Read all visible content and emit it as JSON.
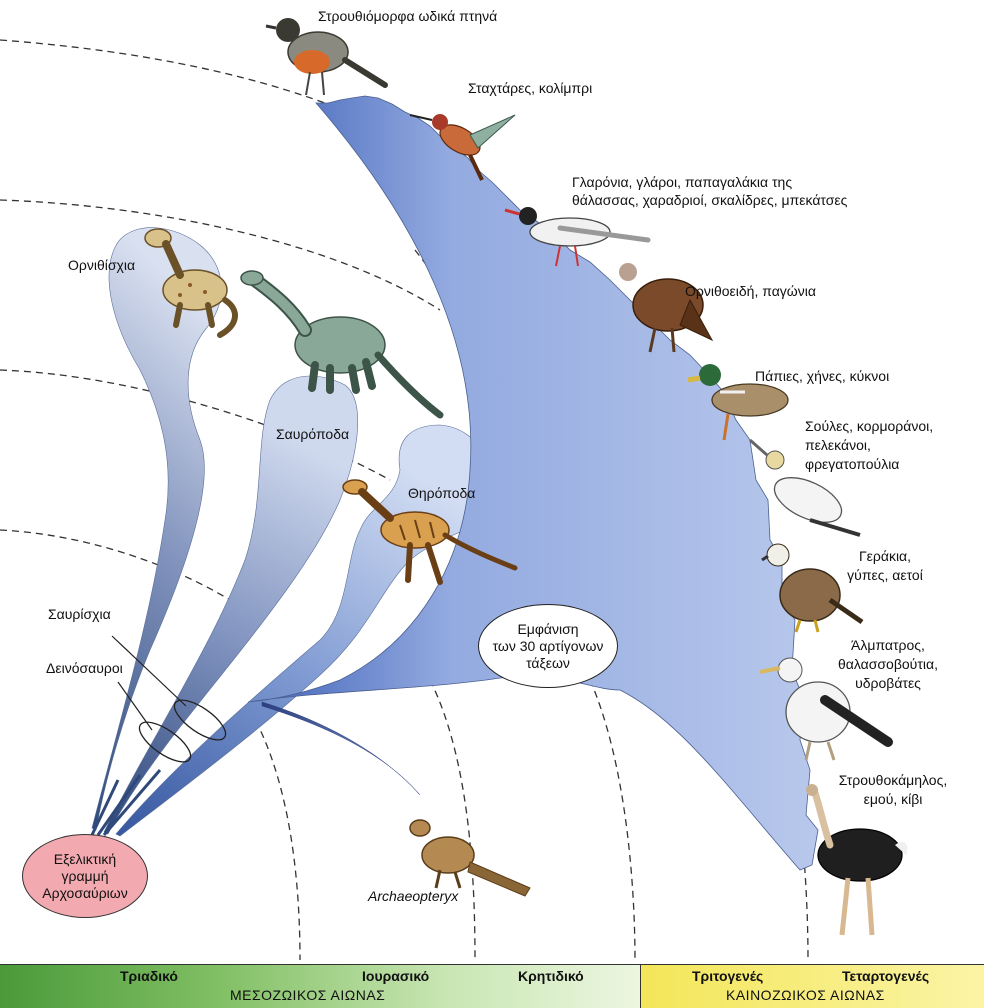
{
  "clades": {
    "ornithischia": "Ορνιθίσχια",
    "sauropoda": "Σαυρόποδα",
    "theropoda": "Θηρόποδα",
    "saurischia": "Σαυρίσχια",
    "dinosaurs": "Δεινόσαυροι",
    "archaeopteryx": "Archaeopteryx"
  },
  "origin": {
    "line1": "Εξελικτική",
    "line2": "γραμμή",
    "line3": "Αρχοσαύριων"
  },
  "emergence": {
    "line1": "Εμφάνιση",
    "line2": "των 30 αρτίγονων",
    "line3": "τάξεων"
  },
  "bird_groups": [
    {
      "lines": [
        "Στρουθιόμορφα ωδικά πτηνά"
      ]
    },
    {
      "lines": [
        "Σταχτάρες, κολίμπρι"
      ]
    },
    {
      "lines": [
        "Γλαρόνια, γλάροι, παπαγαλάκια της",
        "θάλασσας, χαραδριοί, σκαλίδρες, μπεκάτσες"
      ]
    },
    {
      "lines": [
        "Ορνιθοειδή, παγώνια"
      ]
    },
    {
      "lines": [
        "Πάπιες, χήνες, κύκνοι"
      ]
    },
    {
      "lines": [
        "Σούλες, κορμοράνοι,",
        "πελεκάνοι,",
        "φρεγατοπούλια"
      ]
    },
    {
      "lines": [
        "Γεράκια,",
        "γύπες, αετοί"
      ]
    },
    {
      "lines": [
        "Άλμπατρος,",
        "θαλασσοβούτια,",
        "υδροβάτες"
      ]
    },
    {
      "lines": [
        "Στρουθοκάμηλος,",
        "εμού, κίβι"
      ]
    }
  ],
  "timeline": {
    "periods": [
      "Τριαδικό",
      "Ιουρασικό",
      "Κρητιδικό",
      "Τριτογενές",
      "Τεταρτογενές"
    ],
    "eras": [
      "ΜΕΣΟΖΩΙΚΟΣ ΑΙΩΝΑΣ",
      "ΚΑΙΝΟΖΩΙΚΟΣ ΑΙΩΝΑΣ"
    ]
  },
  "colors": {
    "branch_dark": "#3d5a8f",
    "branch_light": "#c9d6f0",
    "bird_fan": "#a9bce6",
    "origin_fill": "#f2a9b0",
    "mesozoic_bar": "#6fb352",
    "cenozoic_bar": "#f5e96a"
  }
}
